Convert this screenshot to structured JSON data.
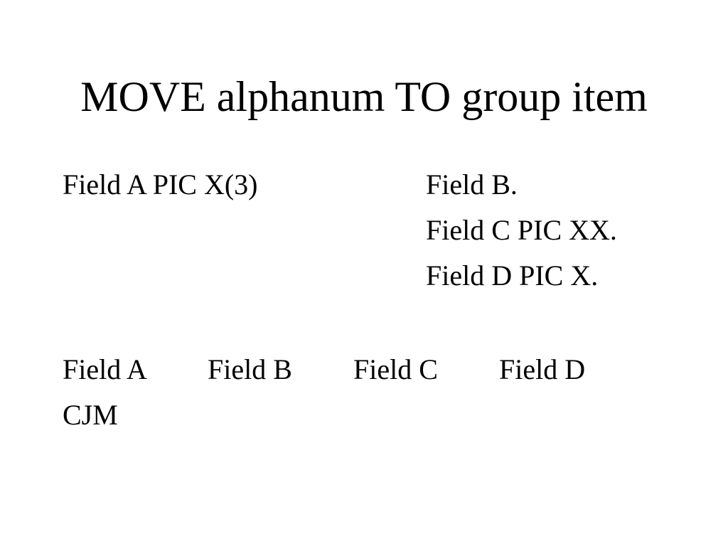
{
  "slide": {
    "title": "MOVE alphanum TO group item",
    "source": {
      "definition": "Field A PIC X(3)"
    },
    "group": {
      "header": "Field B.",
      "items": [
        "Field C PIC XX.",
        "Field D PIC X."
      ]
    },
    "table": {
      "headers": [
        "Field A",
        "Field B",
        "Field C",
        "Field D"
      ],
      "rows": [
        [
          "CJM"
        ]
      ]
    }
  }
}
